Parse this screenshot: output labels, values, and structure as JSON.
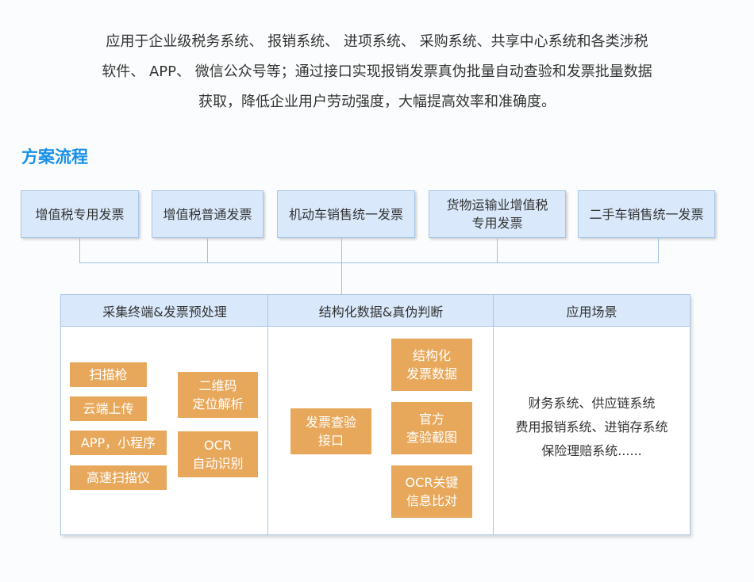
{
  "intro": {
    "line1": "应用于企业级税务系统、 报销系统、 进项系统、 采购系统、共享中心系统和各类涉税",
    "line2": "软件、 APP、 微信公众号等；通过接口实现报销发票真伪批量自动查验和发票批量数据",
    "line3": "获取，降低企业用户劳动强度，大幅提高效率和准确度。"
  },
  "section_title": "方案流程",
  "invoice_types": [
    {
      "line1": "增值税专用发票",
      "line2": ""
    },
    {
      "line1": "增值税普通发票",
      "line2": ""
    },
    {
      "line1": "机动车销售统一发票",
      "line2": ""
    },
    {
      "line1": "货物运输业增值税",
      "line2": "专用发票"
    },
    {
      "line1": "二手车销售统一发票",
      "line2": ""
    }
  ],
  "columns": {
    "col1": {
      "header": "采集终端&发票预处理",
      "items": [
        "扫描枪",
        "云端上传",
        "APP，小程序",
        "高速扫描仪"
      ],
      "side": [
        {
          "line1": "二维码",
          "line2": "定位解析"
        },
        {
          "line1": "OCR",
          "line2": "自动识别"
        }
      ]
    },
    "col2": {
      "header": "结构化数据&真伪判断",
      "left": {
        "line1": "发票查验",
        "line2": "接口"
      },
      "right": [
        {
          "line1": "结构化",
          "line2": "发票数据"
        },
        {
          "line1": "官方",
          "line2": "查验截图"
        },
        {
          "line1": "OCR关键",
          "line2": "信息比对"
        }
      ]
    },
    "col3": {
      "header": "应用场景",
      "lines": [
        "财务系统、供应链系统",
        "费用报销系统、进销存系统",
        "保险理赔系统......"
      ]
    }
  },
  "colors": {
    "accent": "#1890e8",
    "light_blue_fill": "#d9e9fb",
    "blue_border": "#a9c7e6",
    "orange": "#e8a85c"
  }
}
